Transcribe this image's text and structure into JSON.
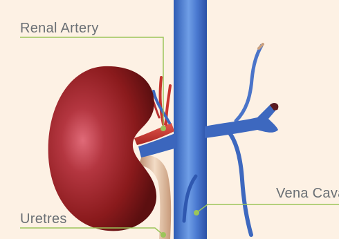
{
  "labels": {
    "renal_artery": "Renal Artery",
    "vena_cava": "Vena Cava",
    "uretres": "Uretres"
  },
  "colors": {
    "background": "#fdf1e4",
    "kidney": "#8a1a1c",
    "vein": "#3f6fc4",
    "artery": "#c8342e",
    "ureter": "#d8b08f",
    "leader_line": "#9bc55a",
    "label_text": "#6a6f74"
  }
}
